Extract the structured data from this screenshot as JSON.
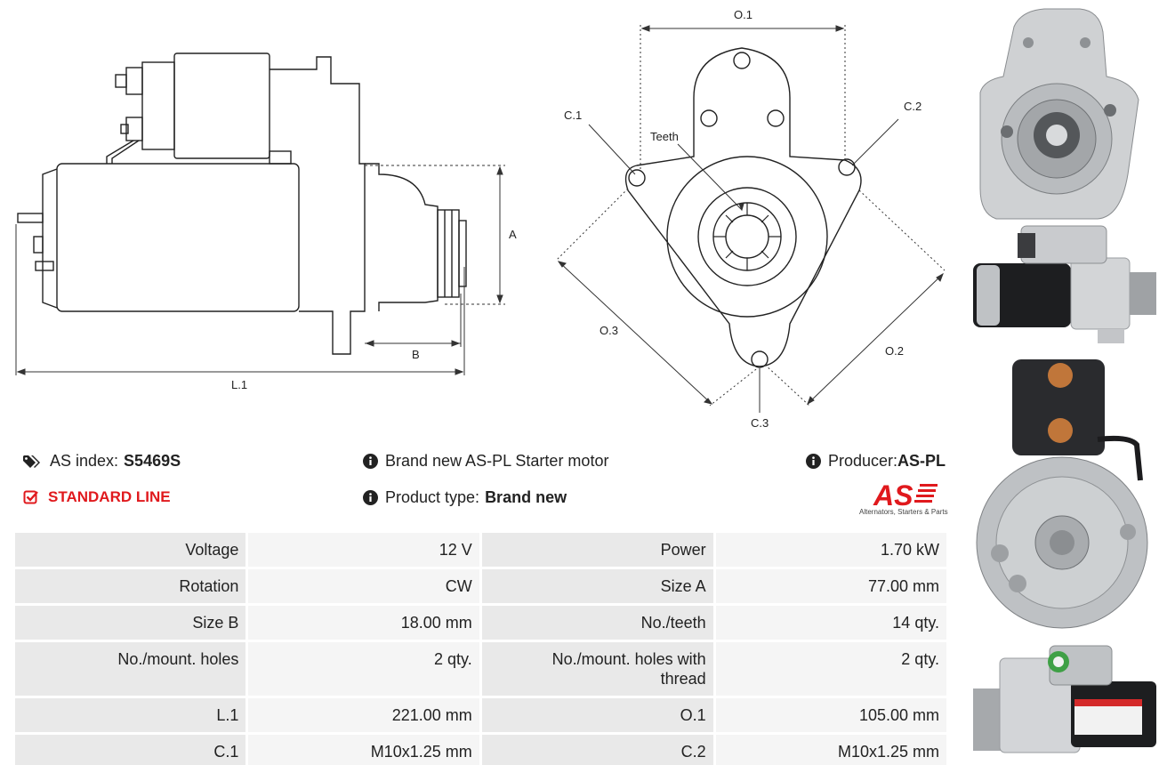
{
  "drawing": {
    "labels": {
      "A": "A",
      "B": "B",
      "L1": "L.1",
      "O1": "O.1",
      "O2": "O.2",
      "O3": "O.3",
      "C1": "C.1",
      "C2": "C.2",
      "C3": "C.3",
      "teeth": "Teeth"
    }
  },
  "info": {
    "as_index_label": "AS index:",
    "as_index_value": "S5469S",
    "line_label": "STANDARD LINE",
    "description": "Brand new AS-PL Starter motor",
    "product_type_label": "Product type:",
    "product_type_value": "Brand new",
    "producer_label": "Producer:",
    "producer_value": "AS-PL"
  },
  "logo": {
    "text": "AS",
    "tagline": "Alternators, Starters & Parts"
  },
  "specs": [
    [
      "Voltage",
      "12 V",
      "Power",
      "1.70 kW"
    ],
    [
      "Rotation",
      "CW",
      "Size A",
      "77.00 mm"
    ],
    [
      "Size B",
      "18.00 mm",
      "No./teeth",
      "14 qty."
    ],
    [
      "No./mount. holes",
      "2 qty.",
      "No./mount. holes with thread",
      "2 qty."
    ],
    [
      "L.1",
      "221.00 mm",
      "O.1",
      "105.00 mm"
    ],
    [
      "C.1",
      "M10x1.25 mm",
      "C.2",
      "M10x1.25 mm"
    ]
  ],
  "colors": {
    "accent_red": "#e0191d",
    "cell_label_bg": "#e9e9e9",
    "cell_value_bg": "#f5f5f5"
  },
  "icons": [
    "tags-icon",
    "check-square-icon",
    "info-circle-icon"
  ]
}
